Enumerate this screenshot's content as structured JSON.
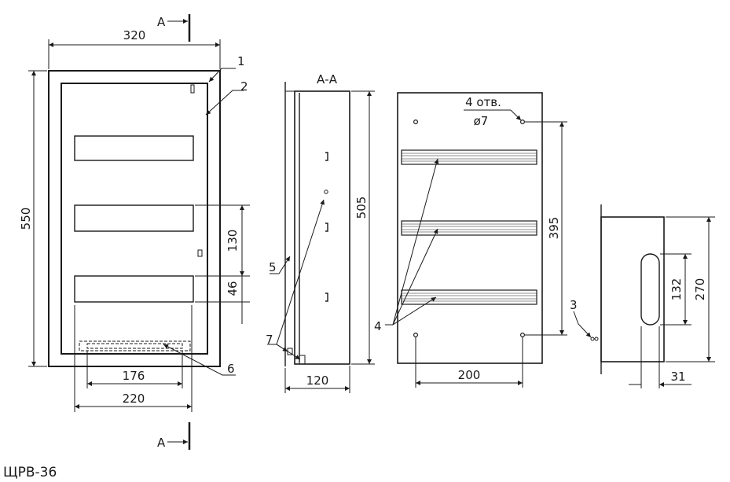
{
  "caption": "ЩРВ-36",
  "section_mark": {
    "letter": "А",
    "title": "А-А"
  },
  "front_view": {
    "width_dim": "320",
    "height_dim": "550",
    "pitch_dim": "130",
    "gap_dim": "46",
    "inner_dim": "176",
    "outer_dim": "220"
  },
  "side_view": {
    "height_dim": "505",
    "depth_dim": "120"
  },
  "back_view": {
    "holes_note": "4 отв.",
    "hole_diameter": "ø7",
    "vertical_dim": "395",
    "horizontal_dim": "200"
  },
  "lock_view": {
    "slot_dim": "132",
    "height_dim": "270",
    "depth_dim": "31"
  },
  "callouts": [
    "1",
    "2",
    "3",
    "4",
    "5",
    "6",
    "7"
  ]
}
